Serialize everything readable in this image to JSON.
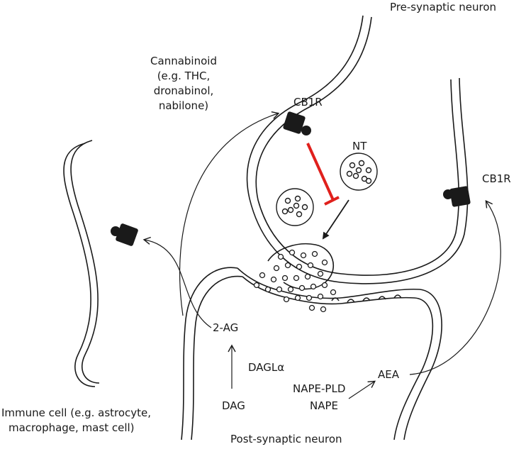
{
  "labels": {
    "pre_synaptic": "Pre-synaptic neuron",
    "post_synaptic": "Post-synaptic neuron",
    "cannabinoid": [
      "Cannabinoid",
      "(e.g. THC,",
      "dronabinol,",
      "nabilone)"
    ],
    "cb1r_left": "CB1R",
    "cb1r_right": "CB1R",
    "nt": "NT",
    "two_ag": "2-AG",
    "dagla": "DAGLα",
    "dag": "DAG",
    "aea": "AEA",
    "nape_pld": "NAPE-PLD",
    "nape": "NAPE",
    "immune_cell": [
      "Immune cell (e.g. astrocyte,",
      "macrophage, mast cell)"
    ]
  },
  "colors": {
    "line": "#1a1a1a",
    "inhibition": "#e0201c",
    "receptor": "#1a1a1a"
  }
}
